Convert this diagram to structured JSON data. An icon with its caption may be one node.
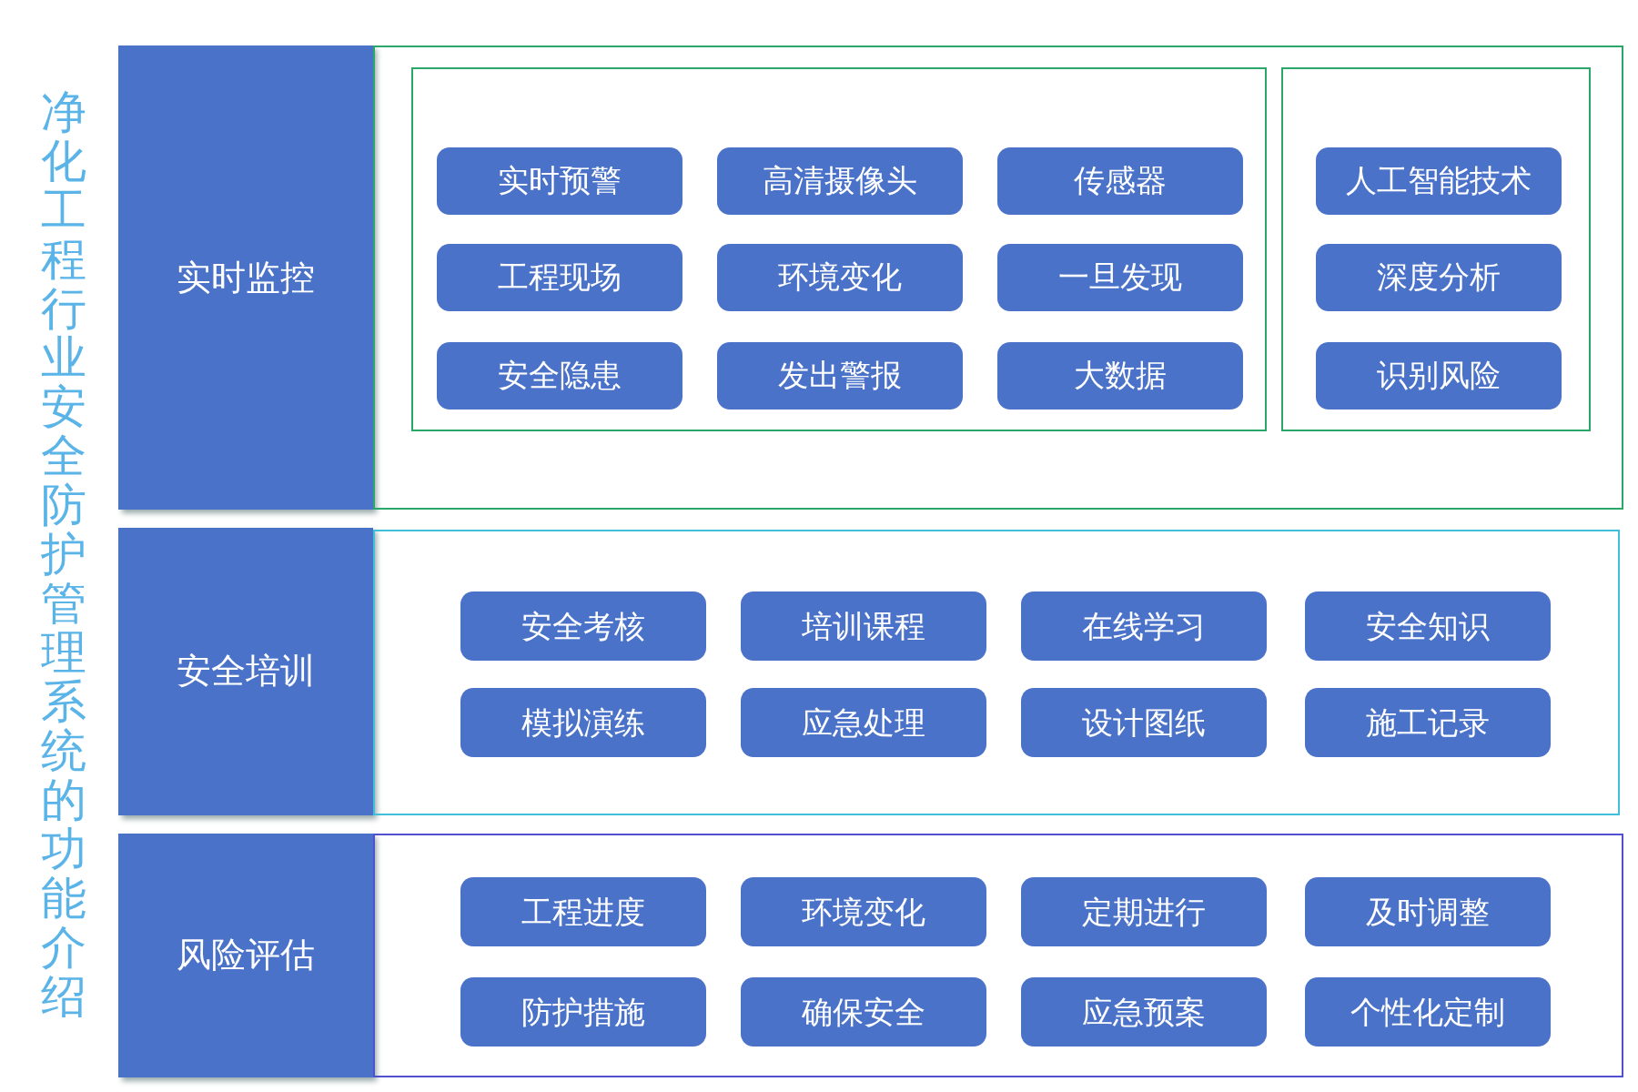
{
  "diagram": {
    "title": "净化工程行业安全防护管理系统的功能介绍",
    "nodes": [
      {
        "text": [
          "实时监控"
        ]
      },
      {
        "text": [],
        "shape": "box"
      },
      {
        "text": [],
        "shape": "box",
        "in": 1
      },
      {
        "text": [
          "实时预警"
        ],
        "in": 2
      },
      {
        "text": [
          "高清摄像头"
        ],
        "in": 2
      },
      {
        "text": [
          "传感器"
        ],
        "in": 2
      },
      {
        "text": [
          "工程现场"
        ],
        "in": 2
      },
      {
        "text": [
          "环境变化"
        ],
        "in": 2
      },
      {
        "text": [
          "一旦发现"
        ],
        "in": 2
      },
      {
        "text": [
          "安全隐患"
        ],
        "in": 2
      },
      {
        "text": [
          "发出警报"
        ],
        "in": 2
      },
      {
        "text": [
          "大数据"
        ],
        "in": 2
      },
      {
        "text": [],
        "shape": "box",
        "in": 1
      },
      {
        "text": [
          "人工智能技术"
        ],
        "in": 12
      },
      {
        "text": [
          "深度分析"
        ],
        "in": 12
      },
      {
        "text": [
          "识别风险"
        ],
        "in": 12
      },
      {
        "text": [
          "安全培训"
        ]
      },
      {
        "text": [],
        "shape": "box"
      },
      {
        "text": [
          "安全考核"
        ],
        "in": 17
      },
      {
        "text": [
          "培训课程"
        ],
        "in": 17
      },
      {
        "text": [
          "在线学习"
        ],
        "in": 17
      },
      {
        "text": [
          "安全知识"
        ],
        "in": 17
      },
      {
        "text": [
          "模拟演练"
        ],
        "in": 17
      },
      {
        "text": [
          "应急处理"
        ],
        "in": 17
      },
      {
        "text": [
          "设计图纸"
        ],
        "in": 17
      },
      {
        "text": [
          "施工记录"
        ],
        "in": 17
      },
      {
        "text": [
          "风险评估"
        ]
      },
      {
        "text": [],
        "shape": "box"
      },
      {
        "text": [
          "工程进度"
        ],
        "in": 27
      },
      {
        "text": [
          "环境变化"
        ],
        "in": 27
      },
      {
        "text": [
          "定期进行"
        ],
        "in": 27
      },
      {
        "text": [
          "及时调整"
        ],
        "in": 27
      },
      {
        "text": [
          "防护措施"
        ],
        "in": 27
      },
      {
        "text": [
          "确保安全"
        ],
        "in": 27
      },
      {
        "text": [
          "应急预案"
        ],
        "in": 27
      },
      {
        "text": [
          "个性化定制"
        ],
        "in": 27
      }
    ]
  }
}
